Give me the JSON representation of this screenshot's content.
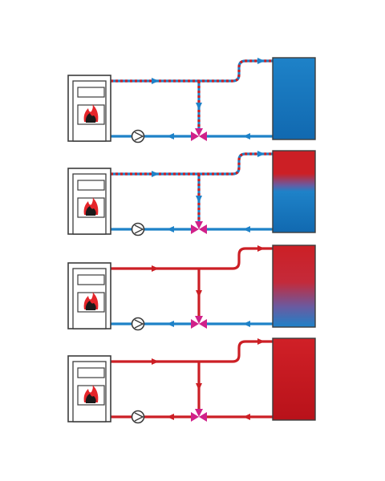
{
  "diagram": {
    "description_hidden": "",
    "colors": {
      "hot": "#cc1f25",
      "cold": "#1e82c8",
      "cold_dark": "#1169b0",
      "valve": "#d0218a",
      "outline": "#3c3c3c",
      "flame_red": "#e5252a",
      "flame_black": "#1a1a1a"
    },
    "stages": [
      {
        "tank_fill": "cold",
        "supply_mix": "mixed",
        "valve_output": "cold"
      },
      {
        "tank_fill": "hot_top",
        "supply_mix": "mixed",
        "valve_output": "cold"
      },
      {
        "tank_fill": "hot_gradient",
        "supply_mix": "hot",
        "valve_output": "cold"
      },
      {
        "tank_fill": "hot",
        "supply_mix": "hot",
        "valve_output": "hot"
      }
    ],
    "icons": [
      "boiler-icon",
      "flame-icon",
      "pump-icon",
      "three-way-valve-icon",
      "storage-tank-icon",
      "flow-arrow-icon"
    ]
  }
}
